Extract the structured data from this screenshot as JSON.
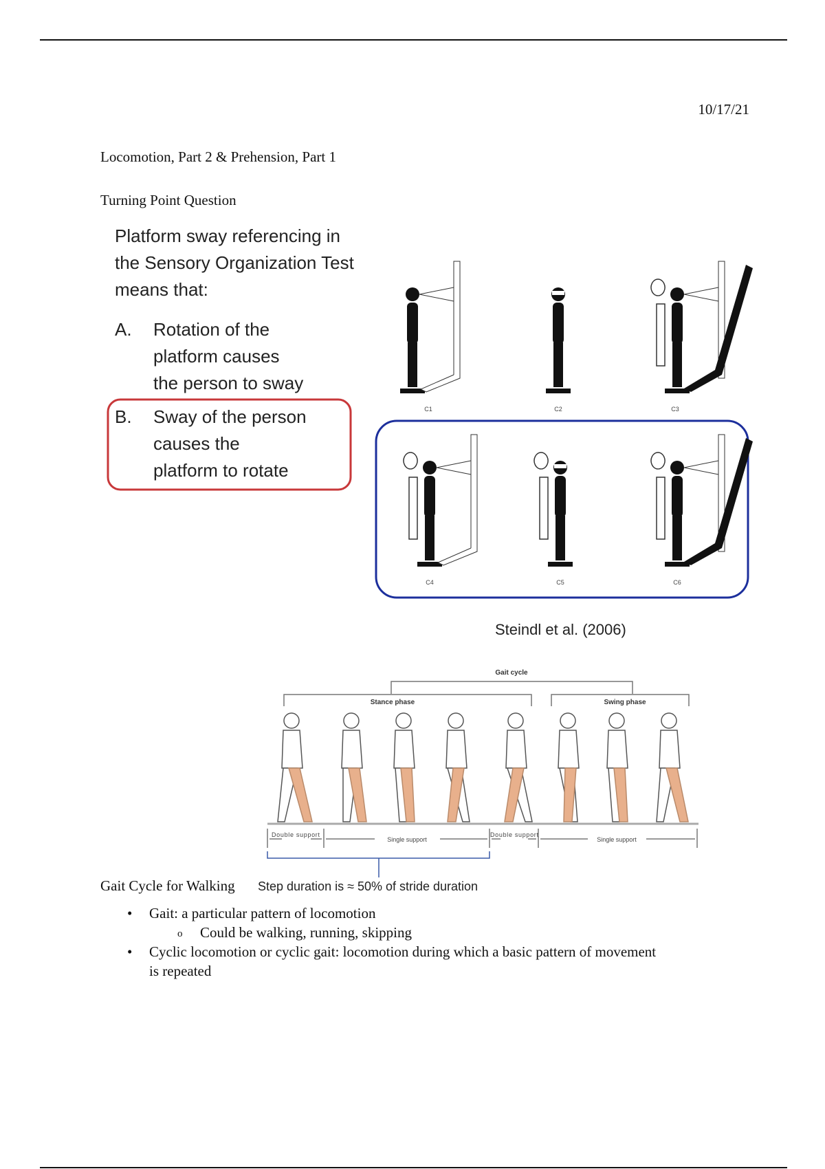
{
  "header": {
    "date": "10/17/21"
  },
  "title": "Locomotion, Part 2 & Prehension, Part 1",
  "section_label": "Turning Point Question",
  "question_slide": {
    "question_lines": [
      "Platform sway referencing in",
      "the Sensory Organization Test",
      "means that:"
    ],
    "option_a": {
      "letter": "A.",
      "lines": [
        "Rotation of the",
        "platform causes",
        "the person to sway"
      ]
    },
    "option_b": {
      "letter": "B.",
      "lines": [
        "Sway of the person",
        "causes the",
        "platform to rotate"
      ],
      "highlight_color": "#c8383a"
    },
    "condition_labels": [
      "C1",
      "C2",
      "C3",
      "C4",
      "C5",
      "C6"
    ],
    "group_box_color": "#1c2f9c",
    "citation": "Steindl et al. (2006)"
  },
  "gait_figure": {
    "gait_cycle_label": "Gait cycle",
    "stance_label": "Stance phase",
    "swing_label": "Swing phase",
    "support_labels": [
      "Double support",
      "Single support",
      "Double support",
      "Single support"
    ],
    "step_note": "Step duration is ≈ 50% of stride duration",
    "leg_color": "#e8b08c"
  },
  "gait_caption": "Gait Cycle for Walking",
  "bullets": [
    {
      "text": "Gait: a particular pattern of locomotion",
      "sub": [
        "Could be walking, running, skipping"
      ]
    },
    {
      "text_lines": [
        "Cyclic locomotion or cyclic gait: locomotion during which a basic pattern of movement",
        "is repeated"
      ]
    }
  ]
}
